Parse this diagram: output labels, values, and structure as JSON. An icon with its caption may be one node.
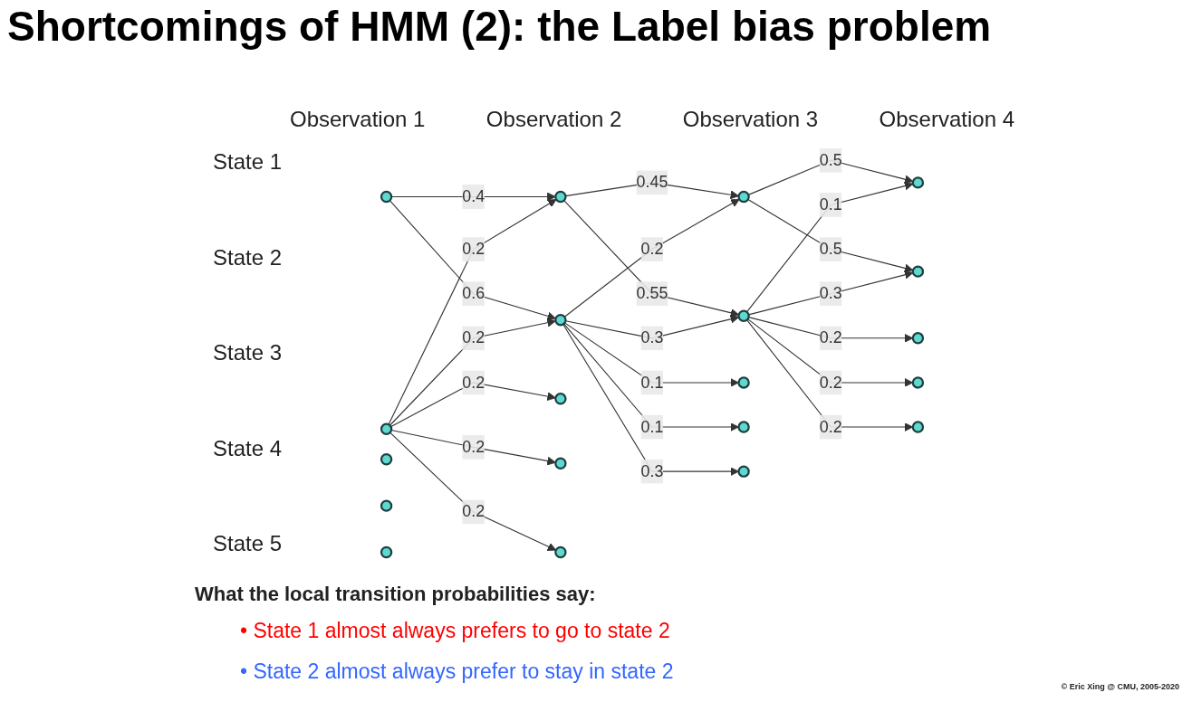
{
  "diagram": {
    "title": "Shortcomings of HMM (2): the Label bias problem",
    "nodes": [
      {
        "text": [],
        "shape": "circle"
      },
      {
        "text": [],
        "shape": "circle"
      },
      {
        "text": [],
        "shape": "circle"
      },
      {
        "text": [],
        "shape": "circle"
      },
      {
        "text": [],
        "shape": "circle"
      },
      {
        "text": [],
        "shape": "circle"
      },
      {
        "text": [],
        "shape": "circle"
      },
      {
        "text": [],
        "shape": "circle"
      },
      {
        "text": [],
        "shape": "circle"
      },
      {
        "text": [],
        "shape": "circle"
      },
      {
        "text": [],
        "shape": "circle"
      },
      {
        "text": [],
        "shape": "circle"
      },
      {
        "text": [],
        "shape": "circle"
      },
      {
        "text": [],
        "shape": "circle"
      },
      {
        "text": [],
        "shape": "circle"
      },
      {
        "text": [],
        "shape": "circle"
      },
      {
        "text": [],
        "shape": "circle"
      },
      {
        "text": [],
        "shape": "circle"
      },
      {
        "text": [],
        "shape": "circle"
      },
      {
        "text": [],
        "shape": "circle"
      }
    ],
    "edges": [
      {
        "from": 0,
        "to": 5,
        "arrow": "to",
        "label": "0.4"
      },
      {
        "from": 0,
        "to": 6,
        "arrow": "to",
        "label": "0.6"
      },
      {
        "from": 1,
        "to": 5,
        "arrow": "to",
        "label": "0.2"
      },
      {
        "from": 1,
        "to": 6,
        "arrow": "to",
        "label": "0.2"
      },
      {
        "from": 1,
        "to": 7,
        "arrow": "to",
        "label": "0.2"
      },
      {
        "from": 1,
        "to": 8,
        "arrow": "to",
        "label": "0.2"
      },
      {
        "from": 1,
        "to": 9,
        "arrow": "to",
        "label": "0.2"
      },
      {
        "from": 5,
        "to": 10,
        "arrow": "to",
        "label": "0.45"
      },
      {
        "from": 5,
        "to": 11,
        "arrow": "to",
        "label": "0.55"
      },
      {
        "from": 6,
        "to": 10,
        "arrow": "to",
        "label": "0.2"
      },
      {
        "from": 6,
        "to": 11,
        "arrow": "to",
        "label": "0.3"
      },
      {
        "from": 6,
        "to": 12,
        "arrow": "to",
        "label": "0.1"
      },
      {
        "from": 6,
        "to": 13,
        "arrow": "to",
        "label": "0.1"
      },
      {
        "from": 6,
        "to": 14,
        "arrow": "to",
        "label": "0.3"
      },
      {
        "from": 10,
        "to": 15,
        "arrow": "to",
        "label": "0.5"
      },
      {
        "from": 10,
        "to": 16,
        "arrow": "to",
        "label": "0.5"
      },
      {
        "from": 11,
        "to": 15,
        "arrow": "to",
        "label": "0.1"
      },
      {
        "from": 11,
        "to": 16,
        "arrow": "to",
        "label": "0.3"
      },
      {
        "from": 11,
        "to": 17,
        "arrow": "to",
        "label": "0.2"
      },
      {
        "from": 11,
        "to": 18,
        "arrow": "to",
        "label": "0.2"
      },
      {
        "from": 11,
        "to": 19,
        "arrow": "to",
        "label": "0.2"
      }
    ],
    "labels": [
      "Observation 1",
      "Observation 2",
      "Observation 3",
      "Observation 4",
      "State 1",
      "State 2",
      "State 3",
      "State 4",
      "State 5",
      "What the local transition probabilities say:",
      "• State 1 almost always prefers to go to state 2",
      "• State 2 almost always prefer to stay in state 2",
      "© Eric Xing @ CMU, 2005-2020"
    ]
  }
}
